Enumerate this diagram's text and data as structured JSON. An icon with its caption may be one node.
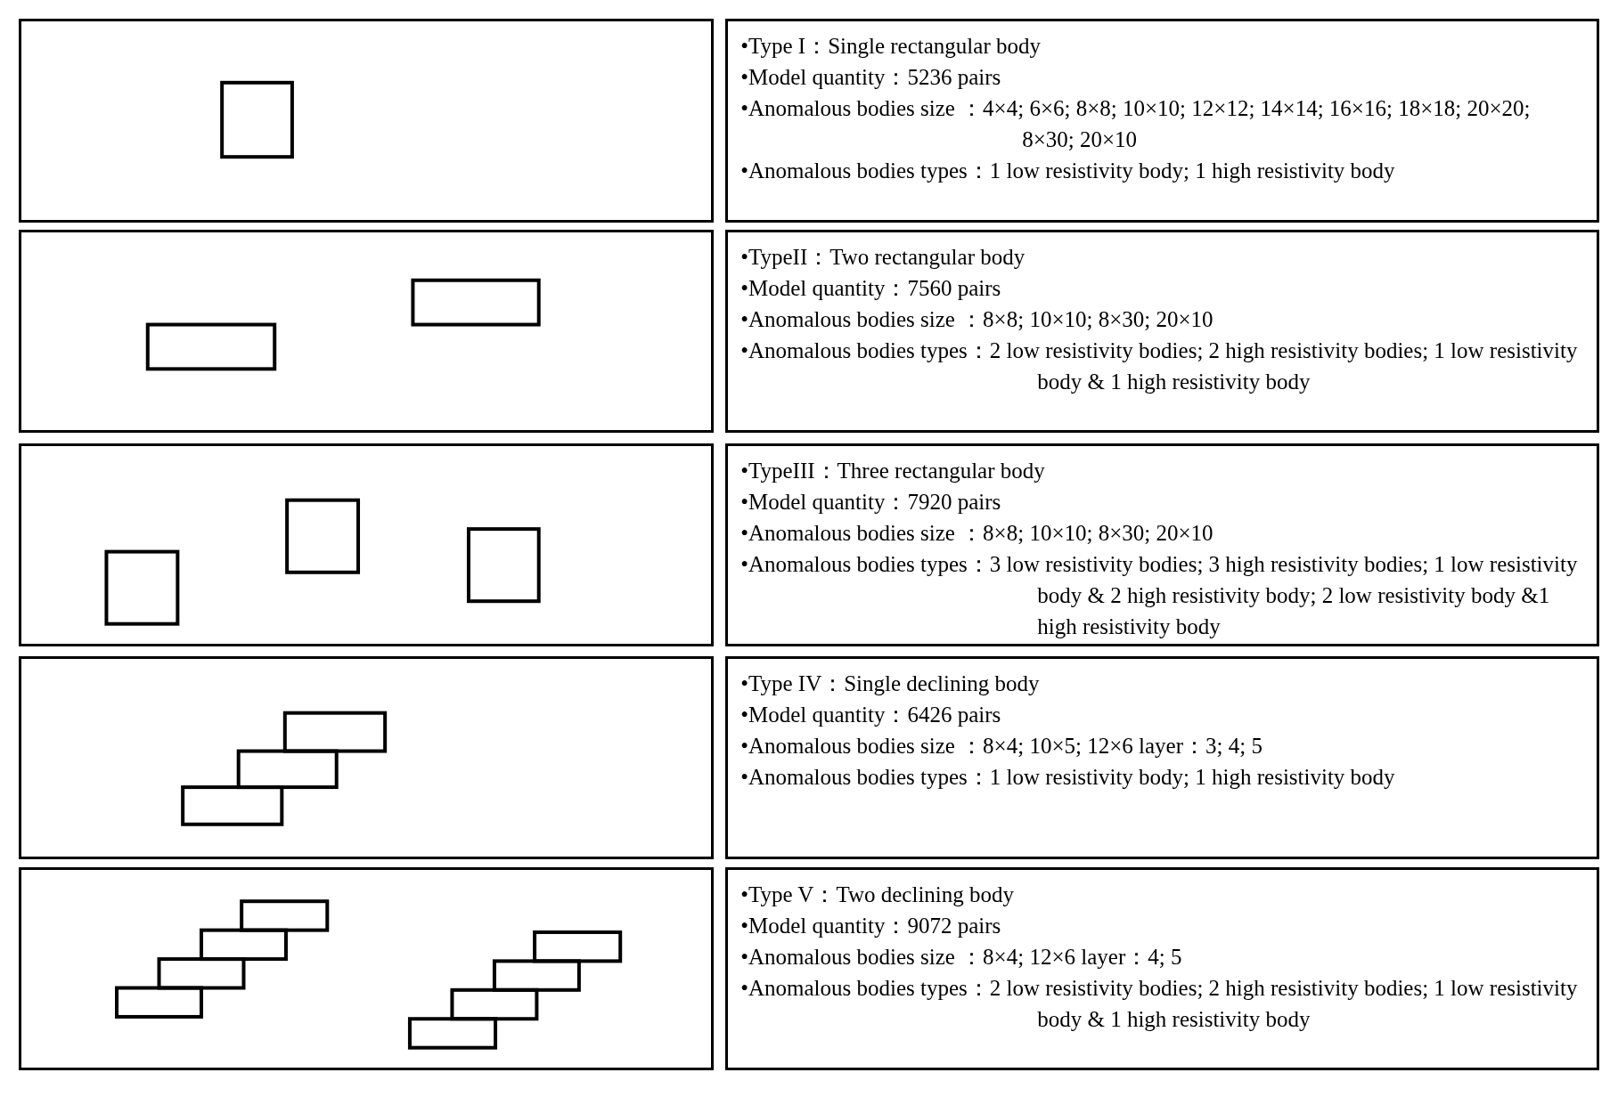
{
  "diagram": {
    "nodes": [
      {
        "text": [],
        "shape": "box"
      },
      {
        "text": [
          "•Type I：Single rectangular body",
          "•Model quantity：5236 pairs",
          "•Anomalous bodies size ：4×4; 6×6; 8×8; 10×10; 12×12; 14×14; 16×16; 18×18; 20×20; 8×30; 20×10",
          "•Anomalous bodies types：1 low resistivity body; 1 high resistivity body"
        ]
      },
      {
        "text": [],
        "shape": "box"
      },
      {
        "text": [
          "•TypeII：Two rectangular body",
          "•Model quantity：7560 pairs",
          "•Anomalous bodies size ：8×8; 10×10; 8×30; 20×10",
          "•Anomalous bodies types：2 low resistivity bodies; 2 high resistivity bodies; 1 low resistivity body & 1 high resistivity body"
        ]
      },
      {
        "text": [],
        "shape": "box"
      },
      {
        "text": [
          "•TypeIII：Three rectangular body",
          "•Model quantity：7920 pairs",
          "•Anomalous bodies size ：8×8; 10×10; 8×30; 20×10",
          "•Anomalous bodies types：3 low resistivity bodies; 3 high resistivity bodies; 1 low resistivity body & 2 high resistivity body; 2 low resistivity body &1 high resistivity body"
        ]
      },
      {
        "text": [],
        "shape": "box"
      },
      {
        "text": [
          "•Type IV：Single declining body",
          "•Model quantity：6426 pairs",
          "•Anomalous bodies size ：8×4; 10×5; 12×6 layer：3; 4; 5",
          "•Anomalous bodies types：1 low resistivity body; 1 high resistivity body"
        ]
      },
      {
        "text": [],
        "shape": "box"
      },
      {
        "text": [
          "•Type V：Two declining body",
          "•Model quantity：9072 pairs",
          "•Anomalous bodies size ：8×4; 12×6 layer：4; 5",
          "•Anomalous bodies types：2 low resistivity bodies; 2 high resistivity bodies; 1 low resistivity body & 1 high resistivity body"
        ]
      }
    ]
  }
}
